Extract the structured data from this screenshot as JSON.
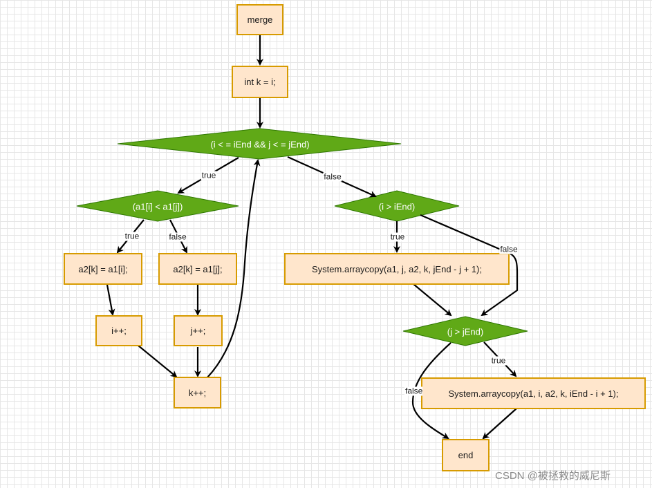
{
  "nodes": {
    "merge": "merge",
    "init_k": "int k = i;",
    "loop_cond": "(i < = iEnd && j < = jEnd)",
    "compare": "(a1[i] < a1[j])",
    "assign_i": "a2[k] = a1[i];",
    "assign_j": "a2[k] = a1[j];",
    "inc_i": "i++;",
    "inc_j": "j++;",
    "inc_k": "k++;",
    "check_i": "(i > iEnd)",
    "copy_j": "System.arraycopy(a1, j, a2, k, jEnd - j + 1);",
    "check_j": "(j > jEnd)",
    "copy_i": "System.arraycopy(a1, i, a2, k, iEnd - i + 1);",
    "end": "end"
  },
  "edge_labels": {
    "loop_true": "true",
    "loop_false": "false",
    "compare_true": "true",
    "compare_false": "false",
    "check_i_true": "true",
    "check_i_false": "false",
    "check_j_true": "true",
    "check_j_false": "false"
  },
  "watermark": "CSDN @被拯救的威尼斯",
  "colors": {
    "process_fill": "#ffe6cc",
    "process_border": "#d79b00",
    "decision_fill": "#60a917",
    "decision_border": "#2d7600",
    "edge": "#000000"
  }
}
